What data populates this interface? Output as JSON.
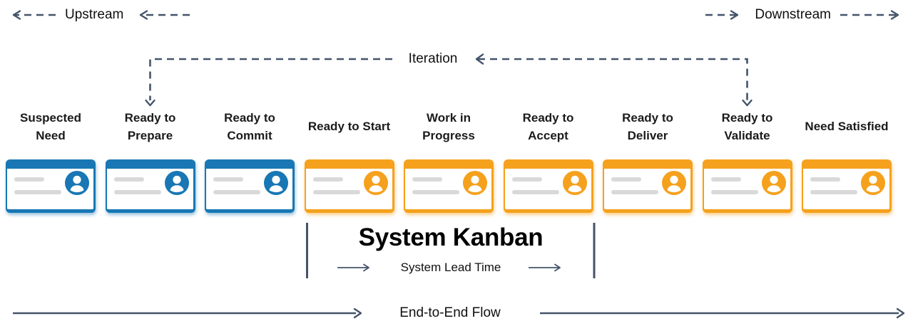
{
  "header": {
    "upstream": "Upstream",
    "downstream": "Downstream"
  },
  "iteration": {
    "label": "Iteration"
  },
  "stages": [
    {
      "label": "Suspected Need",
      "card_color": "blue"
    },
    {
      "label": "Ready to Prepare",
      "card_color": "blue"
    },
    {
      "label": "Ready to Commit",
      "card_color": "blue"
    },
    {
      "label": "Ready to Start",
      "card_color": "orange"
    },
    {
      "label": "Work in Progress",
      "card_color": "orange"
    },
    {
      "label": "Ready to Accept",
      "card_color": "orange"
    },
    {
      "label": "Ready to Deliver",
      "card_color": "orange"
    },
    {
      "label": "Ready to Validate",
      "card_color": "orange"
    },
    {
      "label": "Need Satisfied",
      "card_color": "orange"
    }
  ],
  "system_kanban": {
    "title": "System Kanban",
    "lead_time_label": "System Lead Time"
  },
  "footer": {
    "flow_label": "End-to-End Flow"
  },
  "colors": {
    "card_blue": "#1877B4",
    "card_orange": "#F5A11D",
    "line_dark": "#44546A",
    "placeholder_gray": "#D9D9D9"
  }
}
